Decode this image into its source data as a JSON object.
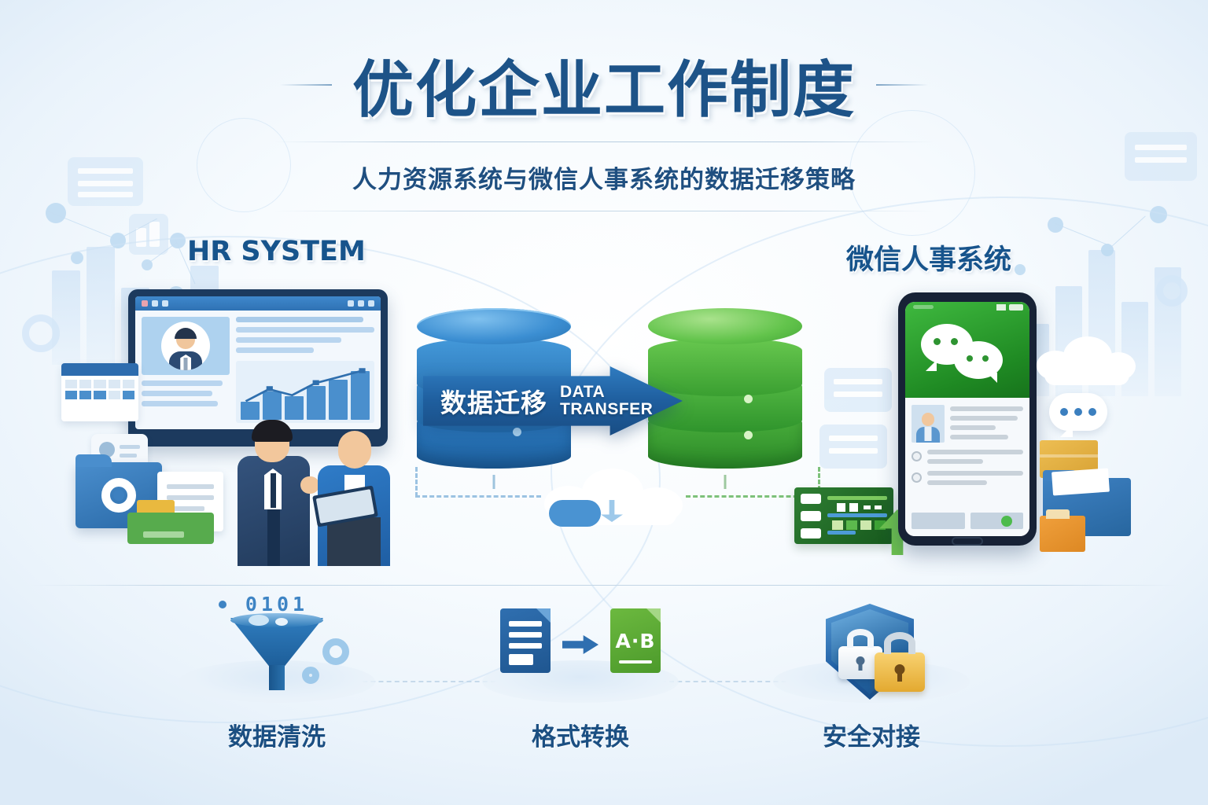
{
  "header": {
    "title": "优化企业工作制度",
    "subtitle": "人力资源系统与微信人事系统的数据迁移策略"
  },
  "systems": {
    "source_label": "HR SYSTEM",
    "target_label": "微信人事系统"
  },
  "transfer": {
    "label_cn": "数据迁移",
    "label_en_line1": "DATA",
    "label_en_line2": "TRANSFER"
  },
  "icons": {
    "monitor": "hr-dashboard-monitor-icon",
    "people": "business-people-icon",
    "database_source": "blue-database-icon",
    "database_target": "green-database-icon",
    "phone": "wechat-smartphone-icon",
    "cloud": "cloud-upload-icon",
    "server": "server-rack-icon",
    "calendar": "calendar-icon",
    "gear_folder": "gear-folder-icon",
    "chat_bubble": "chat-bubble-icon",
    "wechat_logo": "wechat-bubbles-icon"
  },
  "features": [
    {
      "label": "数据清洗",
      "icon": "funnel-icon",
      "binary": "0101",
      "accent": "#2f7cbe"
    },
    {
      "label": "格式转换",
      "icon": "document-convert-icon",
      "source_doc": "blue-document-icon",
      "target_doc": "green-document-icon",
      "target_text": "A·B",
      "accent": "#6ab03a"
    },
    {
      "label": "安全对接",
      "icon": "shield-lock-icon",
      "lock_primary": "white-padlock-icon",
      "lock_secondary": "gold-padlock-icon",
      "accent": "#1f5ea3"
    }
  ],
  "colors": {
    "title_blue": "#1d5388",
    "accent_blue": "#2f7bc0",
    "source_db": "#2e80c8",
    "target_db": "#4caf3f",
    "wechat_green": "#1f8a23",
    "gold": "#f3bf47",
    "background": "#eef5fc"
  }
}
